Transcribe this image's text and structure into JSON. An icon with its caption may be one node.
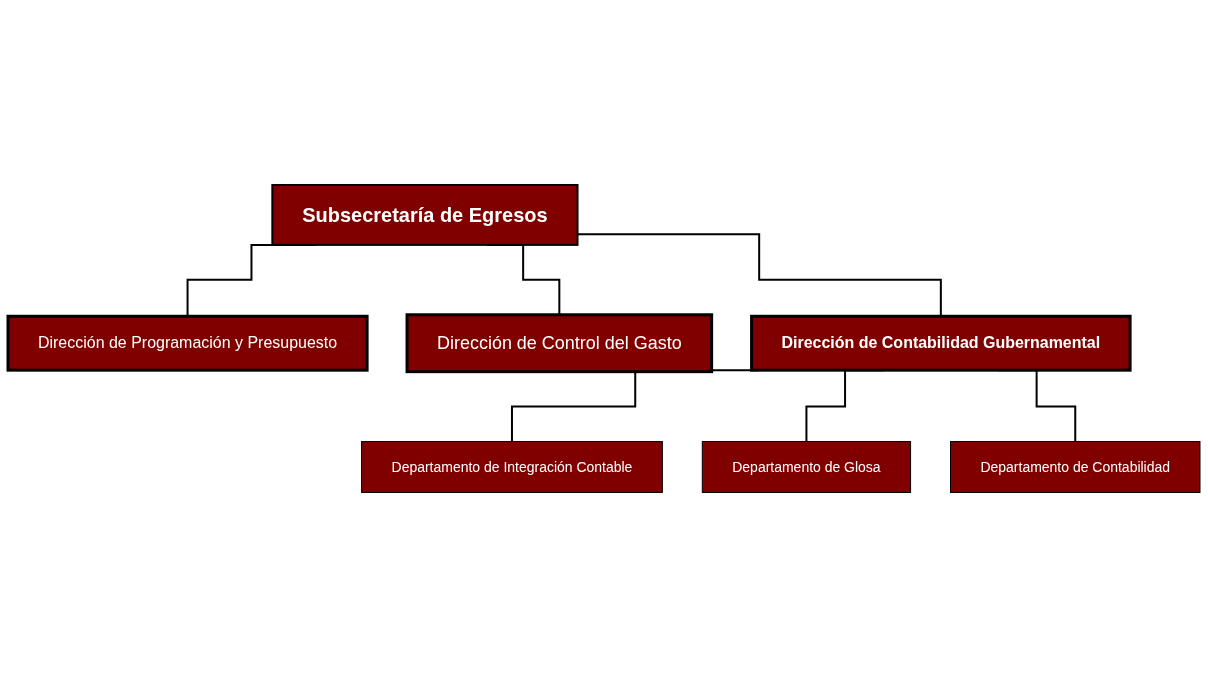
{
  "diagram": {
    "nodes": [
      {
        "text": [
          "Subsecretaría de Egresos"
        ]
      },
      {
        "text": [
          "Dirección de Programación y Presupuesto"
        ]
      },
      {
        "text": [
          "Dirección de Control del Gasto"
        ]
      },
      {
        "text": [
          "Dirección de Contabilidad Gubernamental"
        ]
      },
      {
        "text": [
          "Departamento de Integración Contable"
        ]
      },
      {
        "text": [
          "Departamento de Glosa"
        ]
      },
      {
        "text": [
          "Departamento de Contabilidad"
        ]
      }
    ],
    "edges": [
      {
        "from": 0,
        "to": 1,
        "arrow": "none"
      },
      {
        "from": 0,
        "to": 2,
        "arrow": "none"
      },
      {
        "from": 0,
        "to": 3,
        "arrow": "none"
      },
      {
        "from": 3,
        "to": 4,
        "arrow": "none"
      },
      {
        "from": 3,
        "to": 5,
        "arrow": "none"
      },
      {
        "from": 3,
        "to": 6,
        "arrow": "none"
      }
    ]
  }
}
